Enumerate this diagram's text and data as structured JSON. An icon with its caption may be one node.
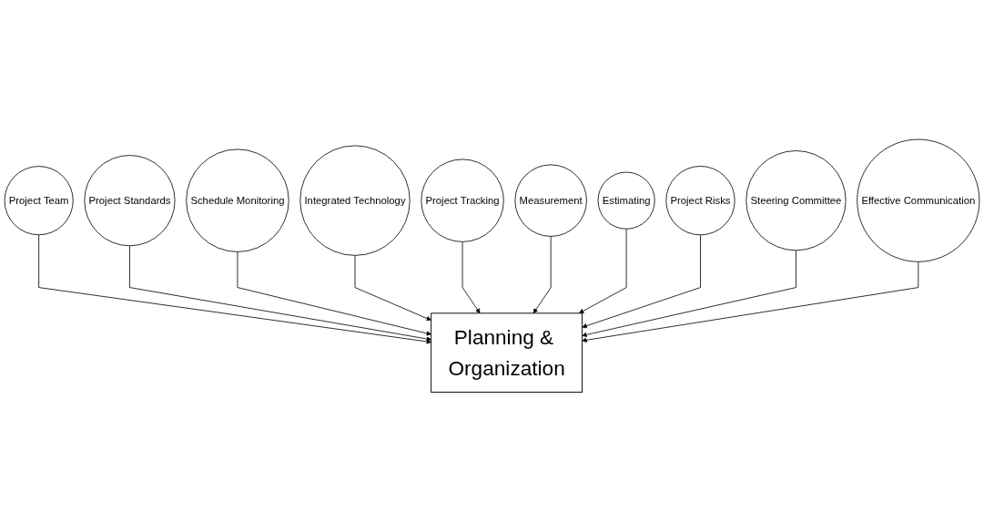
{
  "diagram": {
    "nodes": [
      {
        "text": [
          "Project Team"
        ]
      },
      {
        "text": [
          "Project Standards"
        ]
      },
      {
        "text": [
          "Schedule Monitoring"
        ]
      },
      {
        "text": [
          "Integrated Technology"
        ]
      },
      {
        "text": [
          "Project Tracking"
        ]
      },
      {
        "text": [
          "Planning & Organization"
        ]
      },
      {
        "text": [
          "Measurement"
        ]
      },
      {
        "text": [
          "Estimating"
        ]
      },
      {
        "text": [
          "Project Risks"
        ]
      },
      {
        "text": [
          "Steering Committee"
        ]
      },
      {
        "text": [
          "Effective Communication"
        ]
      }
    ],
    "edges": [
      {
        "from": 0,
        "to": 5,
        "arrow": "to"
      },
      {
        "from": 1,
        "to": 5,
        "arrow": "to"
      },
      {
        "from": 2,
        "to": 5,
        "arrow": "to"
      },
      {
        "from": 3,
        "to": 5,
        "arrow": "to"
      },
      {
        "from": 4,
        "to": 5,
        "arrow": "to"
      },
      {
        "from": 6,
        "to": 5,
        "arrow": "to"
      },
      {
        "from": 7,
        "to": 5,
        "arrow": "to"
      },
      {
        "from": 8,
        "to": 5,
        "arrow": "to"
      },
      {
        "from": 9,
        "to": 5,
        "arrow": "to"
      },
      {
        "from": 10,
        "to": 5,
        "arrow": "to"
      }
    ]
  }
}
